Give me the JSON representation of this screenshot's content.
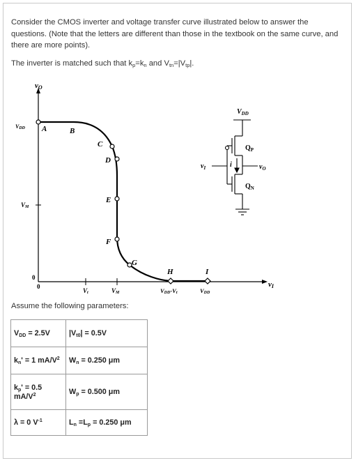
{
  "question": {
    "intro": "Consider the CMOS inverter and voltage transfer curve illustrated below to answer the questions. (Note that the letters are different than those in the textbook on the same curve, and there are more points).",
    "matched": {
      "prefix": "The inverter is matched such that k",
      "s1": "p",
      "eq1": "=k",
      "s2": "n",
      "and": " and V",
      "s3": "tn",
      "eq2": "=|V",
      "s4": "tp",
      "end": "|."
    },
    "assume": "Assume the following parameters:"
  },
  "figure": {
    "y_axis_label": "v",
    "y_axis_sub": "O",
    "x_axis_label": "v",
    "x_axis_sub": "I",
    "y_ticks": {
      "vdd": "V",
      "vdd_sub": "DD",
      "vm": "V",
      "vm_sub": "M",
      "zero": "0"
    },
    "x_ticks": {
      "zero": "0",
      "vt": "V",
      "vt_sub": "t",
      "vm": "V",
      "vm_sub": "M",
      "vddvt": "V",
      "vddvt_sub": "DD",
      "vddvt_tail": "-V",
      "vddvt_tail_sub": "t",
      "vdd": "V",
      "vdd_sub": "DD"
    },
    "points": [
      "A",
      "B",
      "C",
      "D",
      "E",
      "F",
      "G",
      "H",
      "I"
    ],
    "circuit": {
      "vdd": "V",
      "vdd_sub": "DD",
      "qp": "Q",
      "qp_sub": "P",
      "qn": "Q",
      "qn_sub": "N",
      "vin": "v",
      "vin_sub": "I",
      "vout": "v",
      "vout_sub": "O",
      "current": "i"
    }
  },
  "parameters": {
    "rows": [
      {
        "left": {
          "a": "V",
          "a_sub": "DD",
          "b": " = 2.5V"
        },
        "right": {
          "a": "|V",
          "a_sub": "t0",
          "b": "| = 0.5V"
        }
      },
      {
        "left": {
          "a": "k",
          "a_sub": "n",
          "b": "' = 1 mA/V",
          "sup": "2"
        },
        "right": {
          "a": "W",
          "a_sub": "n",
          "b": " = 0.250 μm"
        }
      },
      {
        "left": {
          "a": "k",
          "a_sub": "p",
          "b": "' = 0.5 mA/V",
          "sup": "2"
        },
        "right": {
          "a": "W",
          "a_sub": "p",
          "b": " = 0.500 μm"
        }
      },
      {
        "left": {
          "a": "λ = 0 V",
          "sup": "-1"
        },
        "right": {
          "a": "L",
          "a_sub": "n",
          "b": " =L",
          "b_sub": "p",
          "c": " = 0.250 μm"
        }
      }
    ]
  }
}
